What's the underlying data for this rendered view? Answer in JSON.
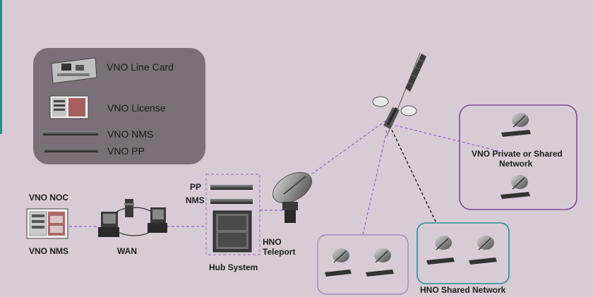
{
  "legend": {
    "line_card": "VNO Line Card",
    "license": "VNO License",
    "nms": "VNO NMS",
    "pp": "VNO PP"
  },
  "noc": {
    "top_label": "VNO NOC",
    "bottom_label": "VNO NMS"
  },
  "wan": {
    "label": "WAN"
  },
  "hub": {
    "pp_label": "PP",
    "nms_label": "NMS",
    "system_label": "Hub System",
    "teleport_label_1": "HNO",
    "teleport_label_2": "Teleport"
  },
  "networks": {
    "private_line_1": "VNO Private or Shared",
    "private_line_2": "Network",
    "hno_shared": "HNO Shared Network"
  },
  "colors": {
    "background": "#d7ccd6",
    "legend_box": "#7a7079",
    "purple_border": "#7e4b96",
    "teal_border": "#2c8e96",
    "dashed_purple": "#9b5fc4",
    "dashed_black": "#111111"
  }
}
